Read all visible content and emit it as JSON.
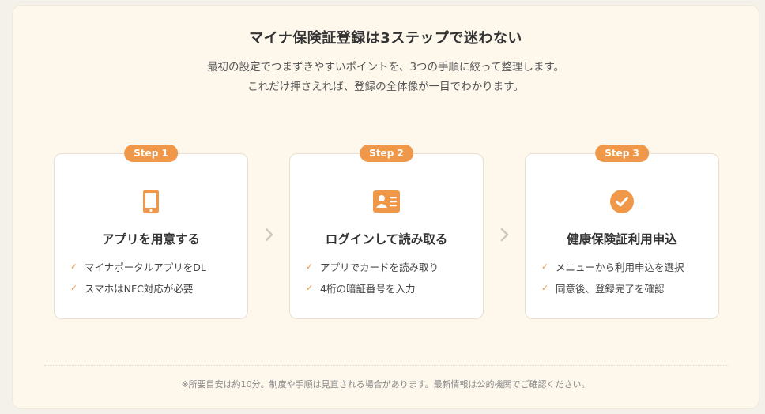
{
  "header": {
    "title": "マイナ保険証登録は3ステップで迷わない",
    "subtitle_line1": "最初の設定でつまずきやすいポイントを、3つの手順に絞って整理します。",
    "subtitle_line2": "これだけ押さえれば、登録の全体像が一目でわかります。"
  },
  "steps": [
    {
      "badge": "Step 1",
      "icon": "smartphone-icon",
      "title": "アプリを用意する",
      "items": [
        "マイナポータルアプリをDL",
        "スマホはNFC対応が必要"
      ]
    },
    {
      "badge": "Step 2",
      "icon": "id-card-icon",
      "title": "ログインして読み取る",
      "items": [
        "アプリでカードを読み取り",
        "4桁の暗証番号を入力"
      ]
    },
    {
      "badge": "Step 3",
      "icon": "check-circle-icon",
      "title": "健康保険証利用申込",
      "items": [
        "メニューから利用申込を選択",
        "同意後、登録完了を確認"
      ]
    }
  ],
  "footnote": "※所要目安は約10分。制度や手順は見直される場合があります。最新情報は公的機関でご確認ください。",
  "colors": {
    "accent": "#f0984a",
    "panel_bg": "#fdf7ec",
    "card_bg": "#ffffff"
  }
}
